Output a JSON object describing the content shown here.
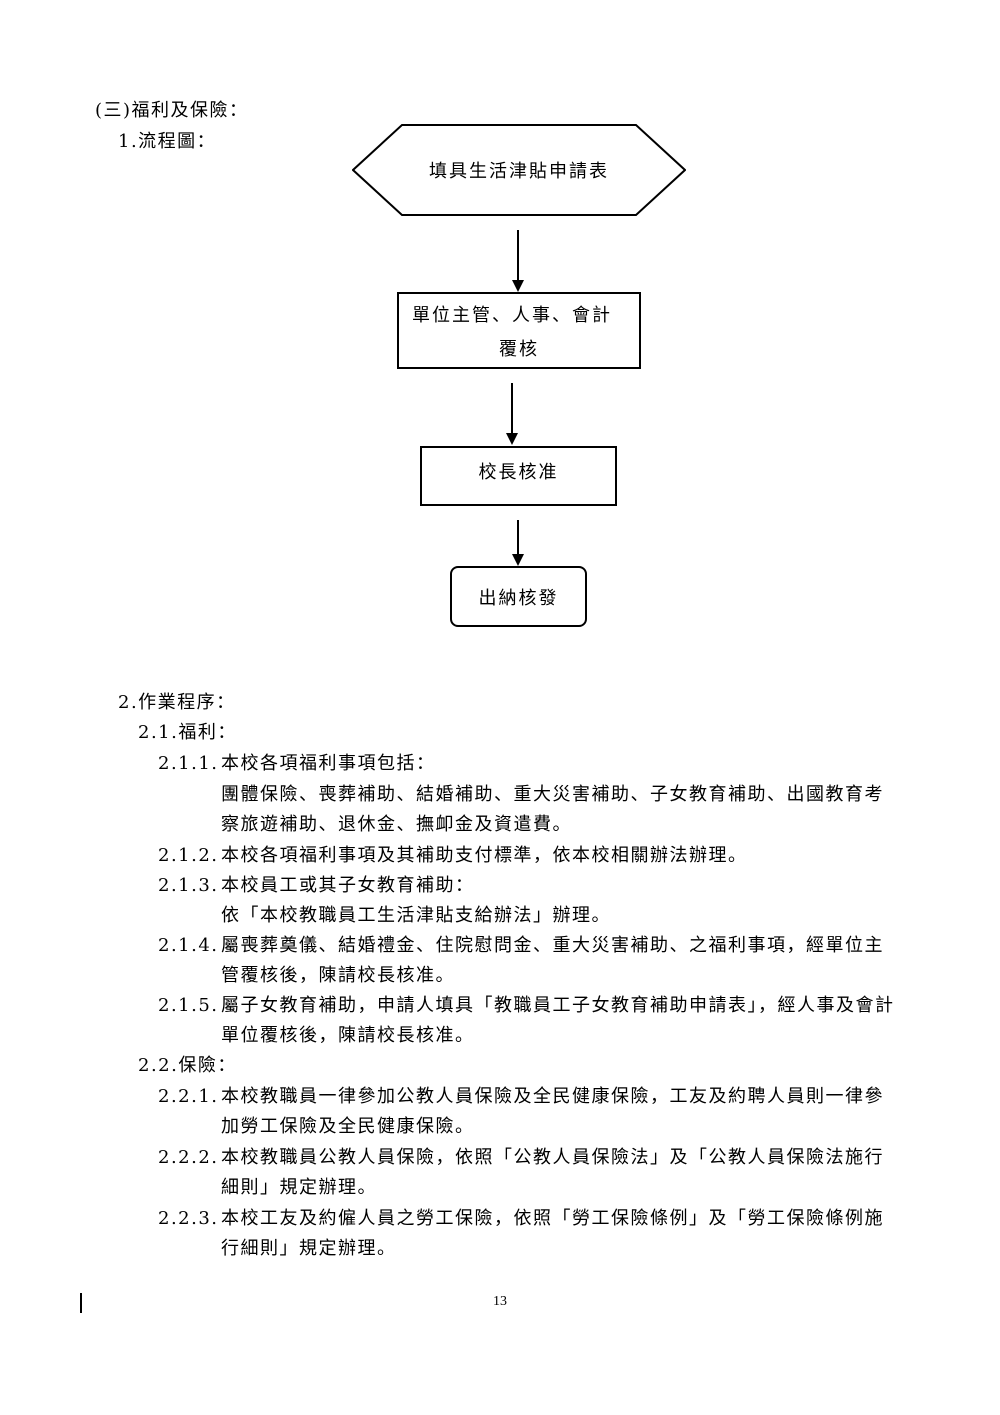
{
  "section_heading": "(三)福利及保險：",
  "flowchart": {
    "heading": "1.流程圖：",
    "steps": [
      {
        "lines": [
          "填具生活津貼申請表"
        ]
      },
      {
        "lines": [
          "單位主管、人事、會計",
          "覆核"
        ]
      },
      {
        "lines": [
          "校長核准"
        ]
      },
      {
        "lines": [
          "出納核發"
        ]
      }
    ]
  },
  "procedure": {
    "heading": "2.作業程序：",
    "welfare": {
      "heading": "2.1.福利：",
      "items": [
        {
          "num": "2.1.1.",
          "lines": [
            "本校各項福利事項包括：",
            "團體保險、喪葬補助、結婚補助、重大災害補助、子女教育補助、出國教育考",
            "察旅遊補助、退休金、撫卹金及資遣費。"
          ]
        },
        {
          "num": "2.1.2.",
          "lines": [
            "本校各項福利事項及其補助支付標準，依本校相關辦法辦理。"
          ]
        },
        {
          "num": "2.1.3.",
          "lines": [
            "本校員工或其子女教育補助：",
            "依「本校教職員工生活津貼支給辦法」辦理。"
          ]
        },
        {
          "num": "2.1.4.",
          "lines": [
            "屬喪葬奠儀、結婚禮金、住院慰問金、重大災害補助、之福利事項，經單位主",
            "管覆核後，陳請校長核准。"
          ]
        },
        {
          "num": "2.1.5.",
          "lines": [
            "屬子女教育補助，申請人填具「教職員工子女教育補助申請表」，經人事及會計",
            "單位覆核後，陳請校長核准。"
          ]
        }
      ]
    },
    "insurance": {
      "heading": "2.2.保險：",
      "items": [
        {
          "num": "2.2.1.",
          "lines": [
            "本校教職員一律參加公教人員保險及全民健康保險，工友及約聘人員則一律參",
            "加勞工保險及全民健康保險。"
          ]
        },
        {
          "num": "2.2.2.",
          "lines": [
            "本校教職員公教人員保險，依照「公教人員保險法」及「公教人員保險法施行",
            "細則」規定辦理。"
          ]
        },
        {
          "num": "2.2.3.",
          "lines": [
            "本校工友及約僱人員之勞工保險，依照「勞工保險條例」及「勞工保險條例施",
            "行細則」規定辦理。"
          ]
        }
      ]
    }
  },
  "page_number": "13"
}
